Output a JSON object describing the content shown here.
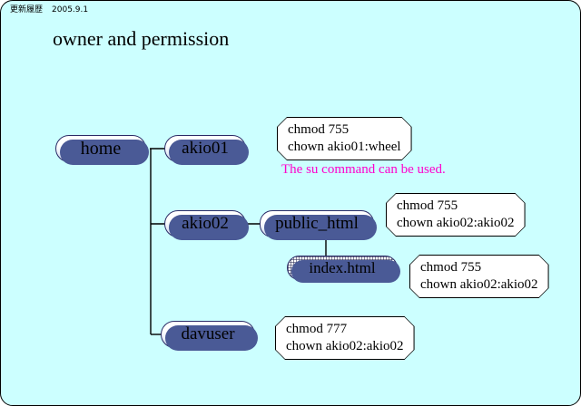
{
  "page": {
    "background_color": "#ccffff",
    "border_color": "#000000"
  },
  "header": {
    "label": "更新履歴",
    "date": "2005.9.1"
  },
  "title": "owner and permission",
  "tree": {
    "nodes": [
      {
        "id": "home",
        "label": "home"
      },
      {
        "id": "akio01",
        "label": "akio01"
      },
      {
        "id": "akio02",
        "label": "akio02"
      },
      {
        "id": "public_html",
        "label": "public_html"
      },
      {
        "id": "index_html",
        "label": "index.html"
      },
      {
        "id": "davuser",
        "label": "davuser"
      }
    ]
  },
  "callouts": [
    {
      "id": "akio01",
      "line1": "chmod 755",
      "line2": "chown akio01:wheel"
    },
    {
      "id": "public_html",
      "line1": "chmod 755",
      "line2": "chown akio02:akio02"
    },
    {
      "id": "index_html",
      "line1": "chmod 755",
      "line2": "chown akio02:akio02"
    },
    {
      "id": "davuser",
      "line1": "chmod 777",
      "line2": "chown akio02:akio02"
    }
  ],
  "notes": {
    "su_note": "The su command can be used.",
    "su_note_color": "#ff00cc"
  }
}
